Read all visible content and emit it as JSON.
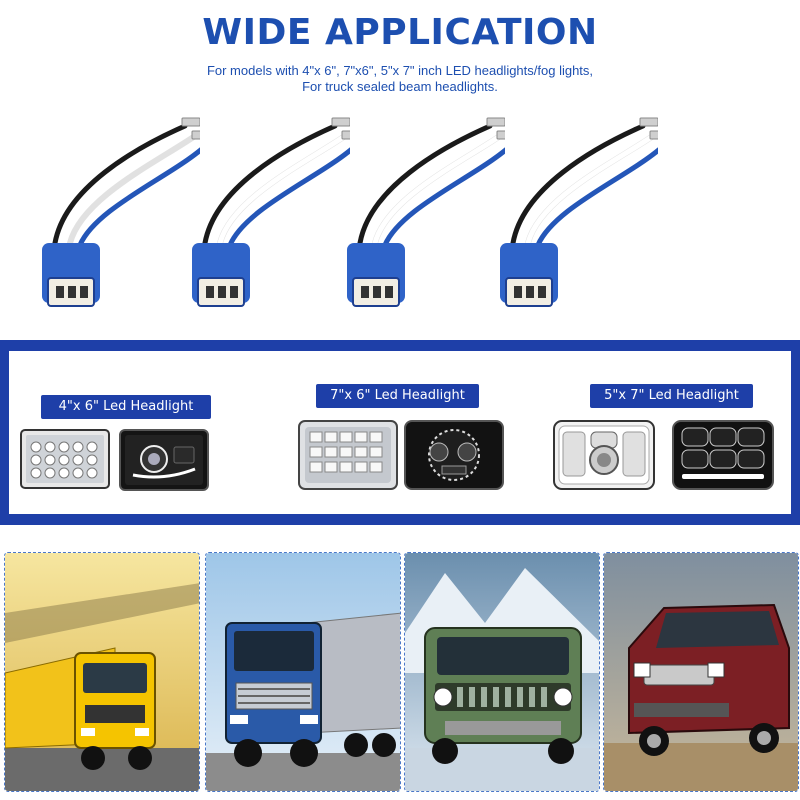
{
  "header": {
    "title": "WIDE APPLICATION",
    "subtitle_line1": "For models with 4\"x 6\", 7\"x6\", 5\"x 7\" inch LED headlights/fog lights,",
    "subtitle_line2": "For truck sealed beam headlights."
  },
  "harnesses": {
    "count": 4,
    "wire_colors": [
      "#1a1a1a",
      "#ffffff",
      "#2456b8"
    ],
    "socket_color": "#2f63c8"
  },
  "sizes": [
    {
      "label": "4\"x 6\" Led Headlight"
    },
    {
      "label": "7\"x 6\" Led Headlight"
    },
    {
      "label": "5\"x 7\" Led Headlight"
    }
  ],
  "photos": [
    {
      "icon": "yellow-truck-icon"
    },
    {
      "icon": "blue-truck-icon"
    },
    {
      "icon": "green-suv-icon"
    },
    {
      "icon": "red-suv-icon"
    }
  ],
  "colors": {
    "brand_blue": "#1d4fb0",
    "band_blue": "#1e3fa8"
  }
}
